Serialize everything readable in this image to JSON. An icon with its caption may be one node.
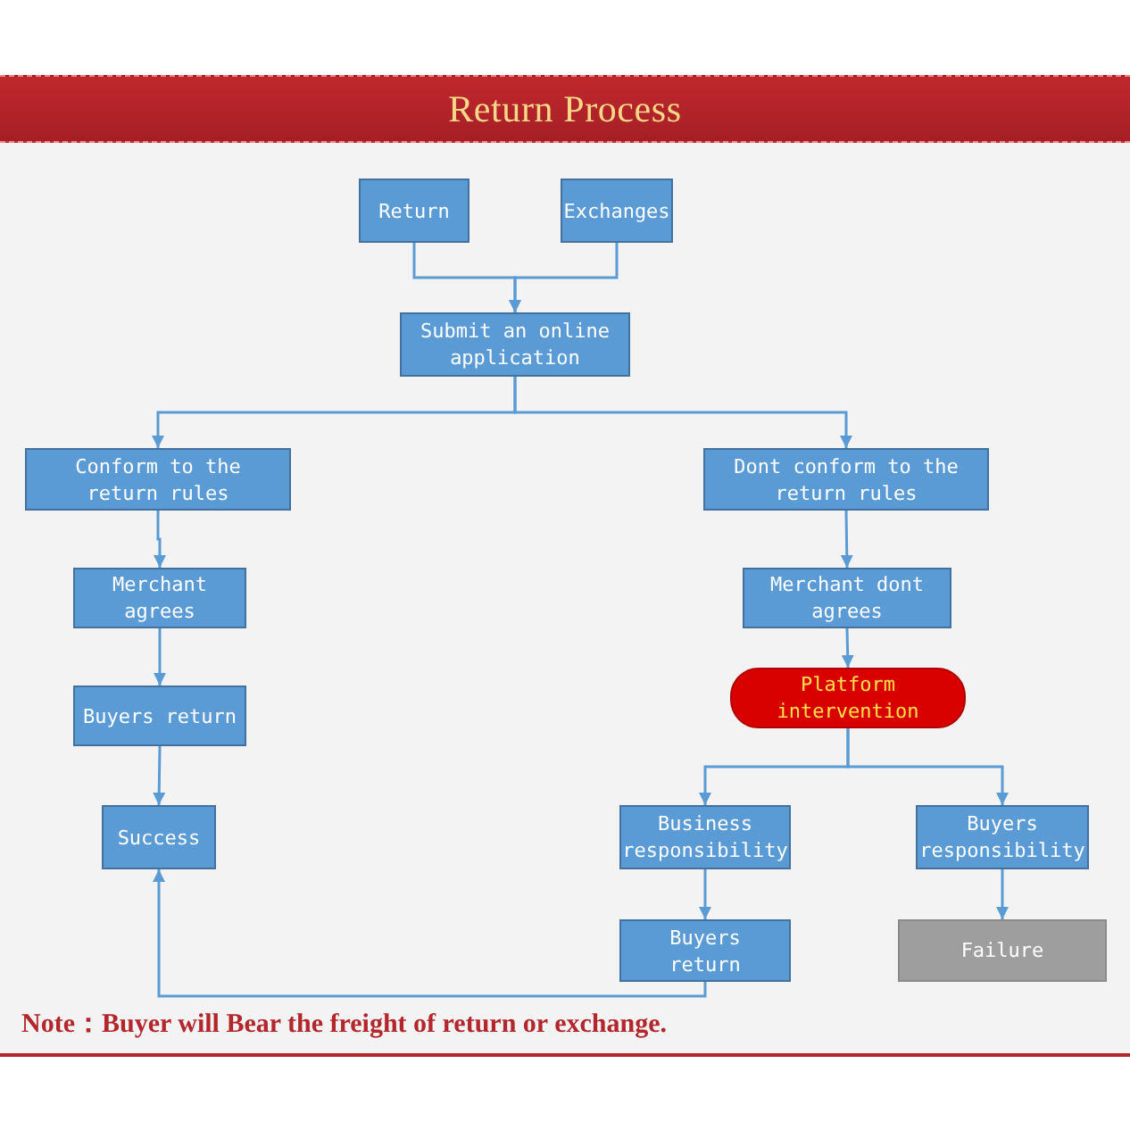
{
  "diagram": {
    "title": "Return Process",
    "nodes": [
      {
        "text": [
          "Return"
        ]
      },
      {
        "text": [
          "Exchanges"
        ]
      },
      {
        "text": [
          "Submit an online application"
        ]
      },
      {
        "text": [
          "Conform to the return rules"
        ]
      },
      {
        "text": [
          "Dont conform to the return rules"
        ]
      },
      {
        "text": [
          "Merchant agrees"
        ]
      },
      {
        "text": [
          "Merchant dont agrees"
        ]
      },
      {
        "text": [
          "Buyers return"
        ]
      },
      {
        "text": [
          "Platform intervention"
        ]
      },
      {
        "text": [
          "Success"
        ]
      },
      {
        "text": [
          "Business responsibility"
        ]
      },
      {
        "text": [
          "Buyers responsibility"
        ]
      },
      {
        "text": [
          "Buyers return"
        ]
      },
      {
        "text": [
          "Failure"
        ]
      }
    ],
    "edges": [
      {
        "from": 0,
        "to": 2,
        "arrow": "to"
      },
      {
        "from": 1,
        "to": 2,
        "arrow": "to"
      },
      {
        "from": 2,
        "to": 3,
        "arrow": "to"
      },
      {
        "from": 2,
        "to": 4,
        "arrow": "to"
      },
      {
        "from": 3,
        "to": 5,
        "arrow": "to"
      },
      {
        "from": 5,
        "to": 7,
        "arrow": "to"
      },
      {
        "from": 7,
        "to": 9,
        "arrow": "to"
      },
      {
        "from": 4,
        "to": 6,
        "arrow": "to"
      },
      {
        "from": 6,
        "to": 8,
        "arrow": "to"
      },
      {
        "from": 8,
        "to": 10,
        "arrow": "to"
      },
      {
        "from": 8,
        "to": 11,
        "arrow": "to"
      },
      {
        "from": 10,
        "to": 12,
        "arrow": "to"
      },
      {
        "from": 11,
        "to": 13,
        "arrow": "to"
      },
      {
        "from": 12,
        "to": 9,
        "arrow": "to"
      }
    ],
    "labels": [
      "Note：Buyer will Bear the freight of return or exchange."
    ]
  }
}
